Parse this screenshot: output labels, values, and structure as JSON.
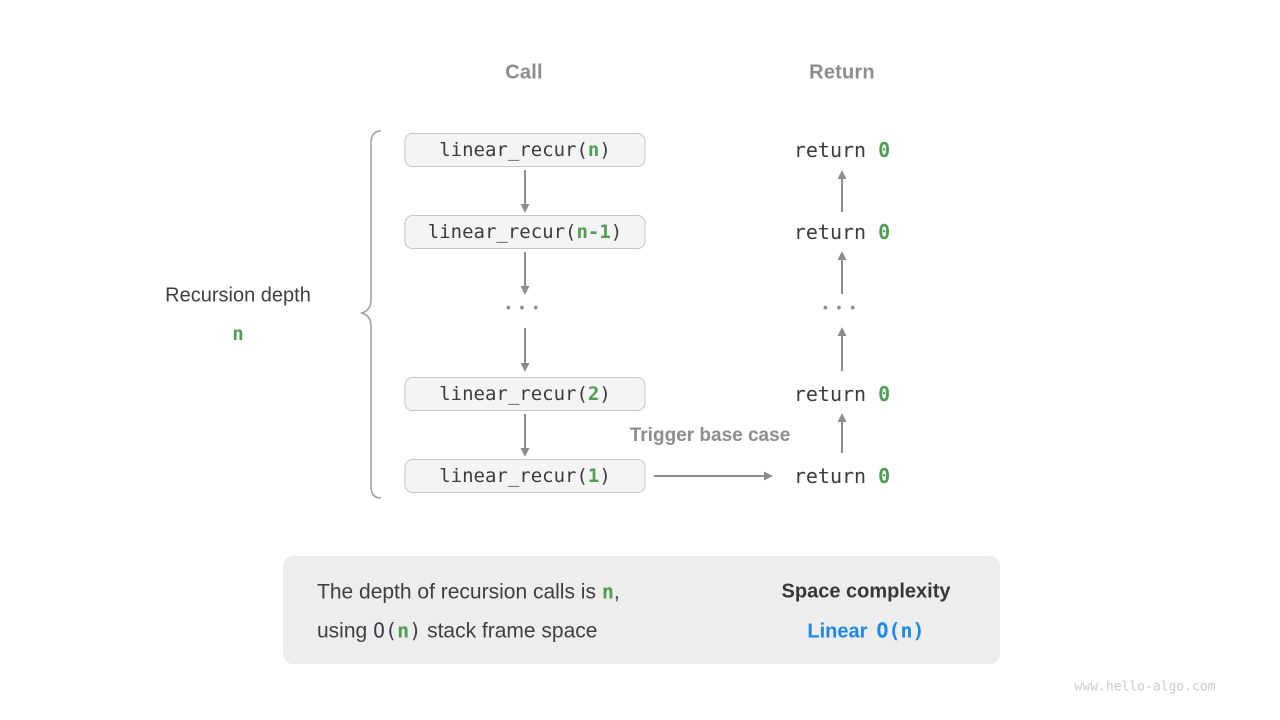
{
  "headers": {
    "call": "Call",
    "return": "Return"
  },
  "calls": [
    {
      "prefix": "linear_recur(",
      "arg": "n",
      "suffix": ")"
    },
    {
      "prefix": "linear_recur(",
      "arg": "n-1",
      "suffix": ")"
    },
    {
      "prefix": "linear_recur(",
      "arg": "2",
      "suffix": ")"
    },
    {
      "prefix": "linear_recur(",
      "arg": "1",
      "suffix": ")"
    }
  ],
  "returns": [
    {
      "keyword": "return ",
      "value": "0"
    },
    {
      "keyword": "return ",
      "value": "0"
    },
    {
      "keyword": "return ",
      "value": "0"
    },
    {
      "keyword": "return ",
      "value": "0"
    }
  ],
  "ellipsis": "•••",
  "labels": {
    "recursion_depth": "Recursion depth",
    "depth_value": "n",
    "trigger": "Trigger base case"
  },
  "summary": {
    "line1": {
      "pre": "The depth of recursion calls is ",
      "n": "n",
      "post": ","
    },
    "line2": {
      "pre": "using ",
      "o_open": "O(",
      "n": "n",
      "o_close": ")",
      "post": " stack frame space"
    },
    "right": {
      "title": "Space complexity",
      "linear": "Linear",
      "value": "O(n)"
    }
  },
  "watermark": {
    "text": "www.hello-algo.com"
  },
  "colors": {
    "green": "#4f9e53",
    "blue": "#1e88e5",
    "gray-text": "#8d8d8d",
    "arrow": "#8c8c8c",
    "box-bg": "#f4f4f4",
    "box-border": "#c6c6c6",
    "panel-bg": "#ededed",
    "code-text": "#3c3c3c",
    "text-dark": "#3e4044",
    "watermark": "#cbcbcb",
    "block-arrow": "#c2c2c2"
  }
}
